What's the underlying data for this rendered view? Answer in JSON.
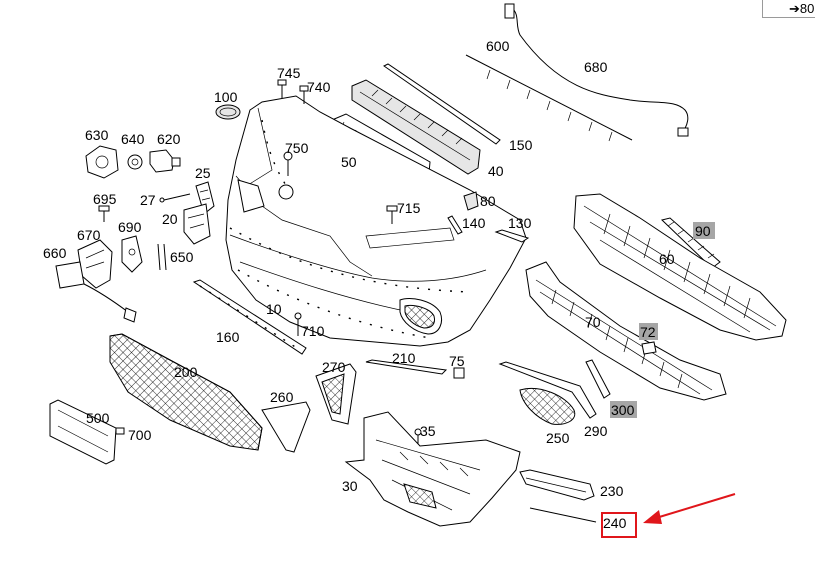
{
  "nav": {
    "label": "➔80"
  },
  "diagram": {
    "callouts": [
      "600",
      "680",
      "745",
      "740",
      "100",
      "150",
      "630",
      "640",
      "620",
      "750",
      "50",
      "40",
      "25",
      "80",
      "695",
      "27",
      "715",
      "140",
      "130",
      "20",
      "670",
      "690",
      "660",
      "650",
      "90",
      "60",
      "10",
      "710",
      "160",
      "70",
      "72",
      "200",
      "270",
      "210",
      "75",
      "260",
      "300",
      "500",
      "700",
      "35",
      "250",
      "290",
      "230",
      "30",
      "240"
    ],
    "highlighted": [
      "90",
      "72",
      "300"
    ],
    "selected": "240",
    "colors": {
      "highlight": "#a6a6a6",
      "arrow": "#e0161b",
      "selection": "#e0161b"
    }
  }
}
